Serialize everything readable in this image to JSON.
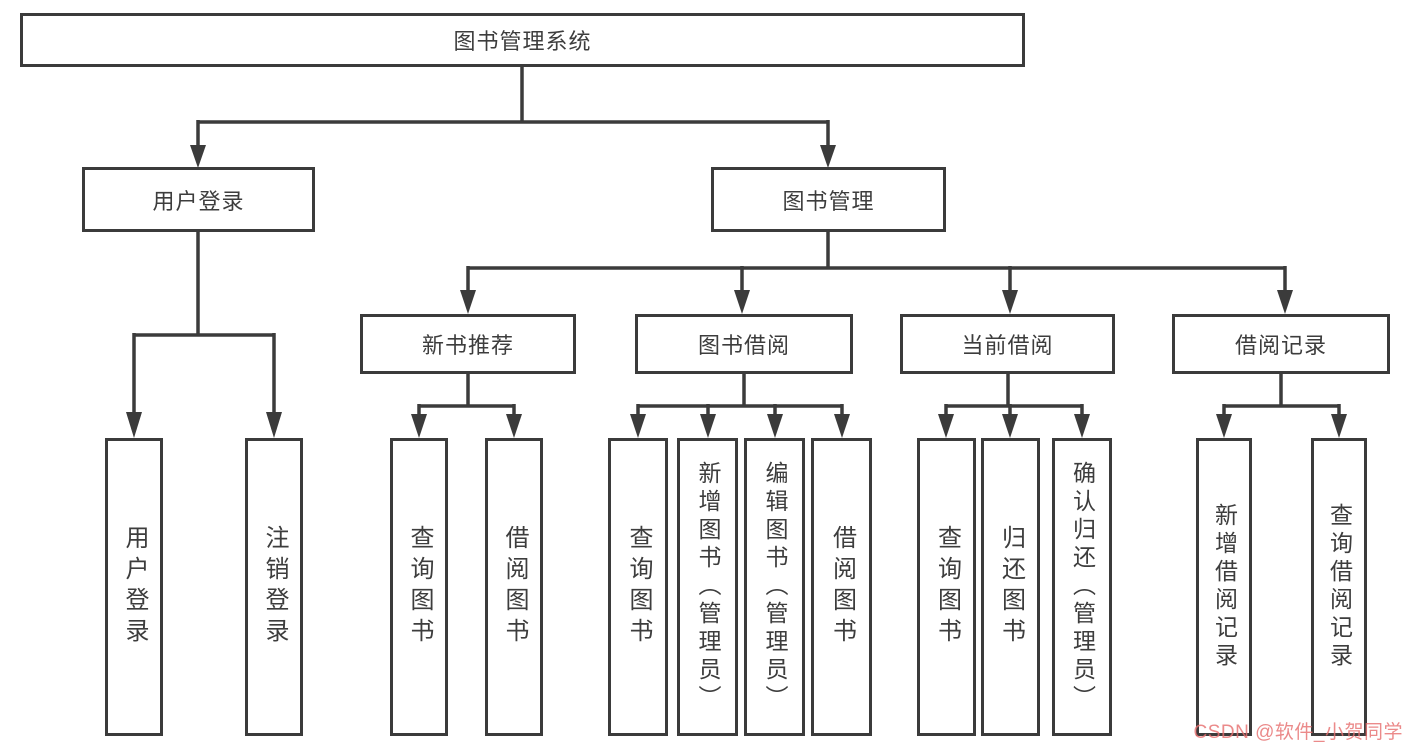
{
  "tree": {
    "root": {
      "label": "图书管理系统",
      "children": [
        {
          "label": "用户登录",
          "children": [
            {
              "label": "用户登录"
            },
            {
              "label": "注销登录"
            }
          ]
        },
        {
          "label": "图书管理",
          "children": [
            {
              "label": "新书推荐",
              "children": [
                {
                  "label": "查询图书"
                },
                {
                  "label": "借阅图书"
                }
              ]
            },
            {
              "label": "图书借阅",
              "children": [
                {
                  "label": "查询图书"
                },
                {
                  "label": "新增图书（管理员）"
                },
                {
                  "label": "编辑图书（管理员）"
                },
                {
                  "label": "借阅图书"
                }
              ]
            },
            {
              "label": "当前借阅",
              "children": [
                {
                  "label": "查询图书"
                },
                {
                  "label": "归还图书"
                },
                {
                  "label": "确认归还（管理员）"
                }
              ]
            },
            {
              "label": "借阅记录",
              "children": [
                {
                  "label": "新增借阅记录"
                },
                {
                  "label": "查询借阅记录"
                }
              ]
            }
          ]
        }
      ]
    }
  },
  "style": {
    "line_color": "#3b3b3b",
    "box_background": "#ffffff",
    "text_color": "#3d3d3d",
    "watermark_color": "#e77070"
  },
  "watermark": {
    "text": "CSDN @软件_小贺同学"
  }
}
